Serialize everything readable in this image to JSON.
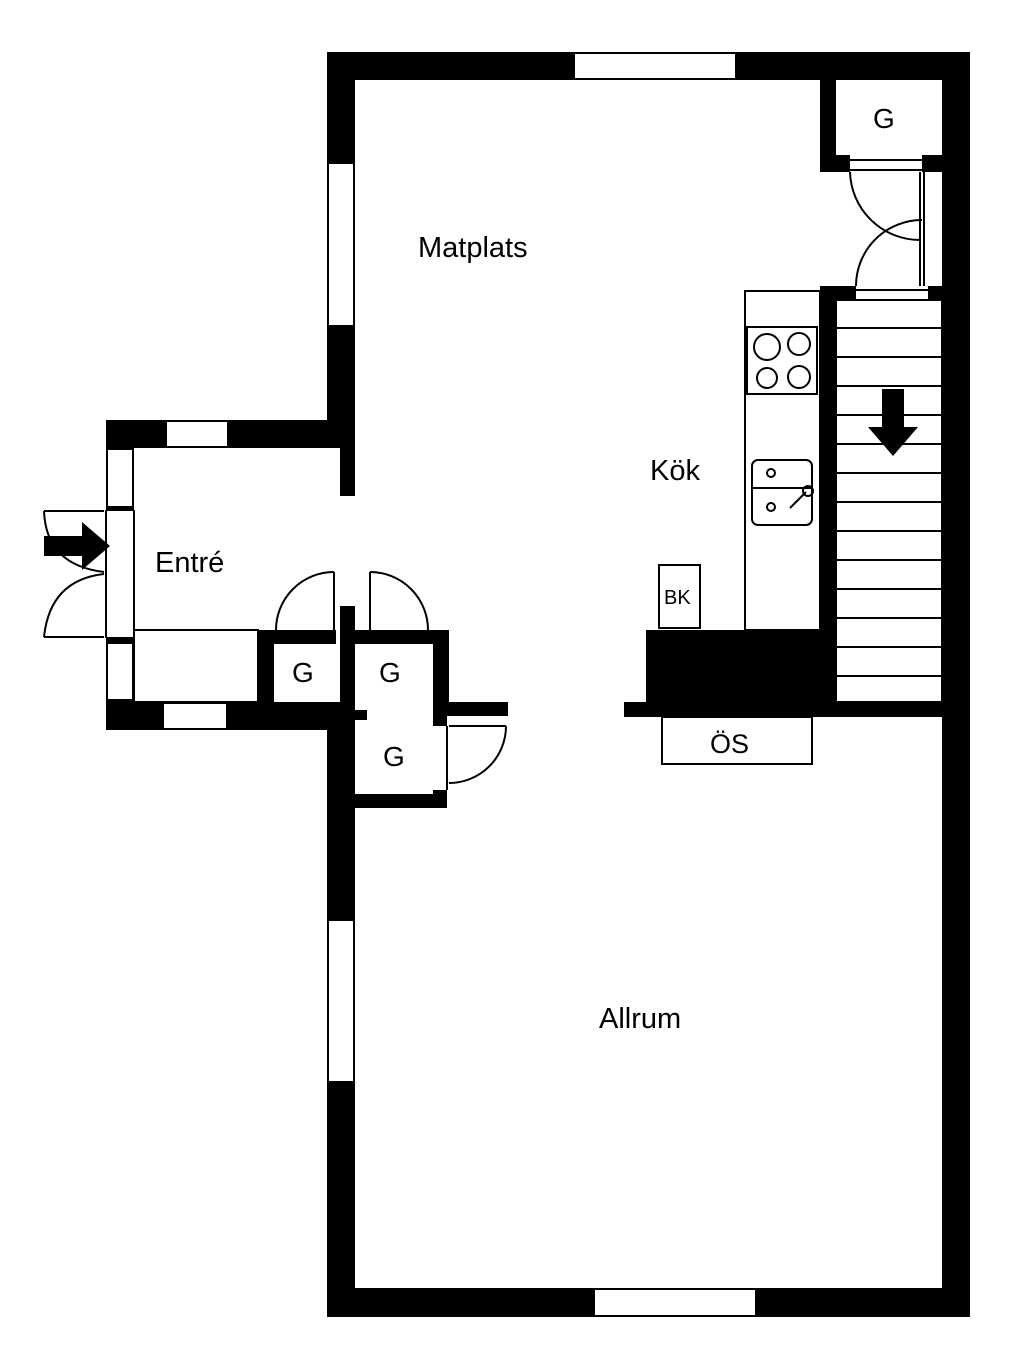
{
  "rooms": {
    "matplats": "Matplats",
    "kok": "Kök",
    "entre": "Entré",
    "allrum": "Allrum"
  },
  "closets": {
    "top_right": "G",
    "entry_left": "G",
    "entry_right": "G",
    "lower": "G"
  },
  "fixtures": {
    "bk": "BK",
    "os": "ÖS"
  },
  "colors": {
    "wall": "#000000",
    "background": "#ffffff"
  }
}
